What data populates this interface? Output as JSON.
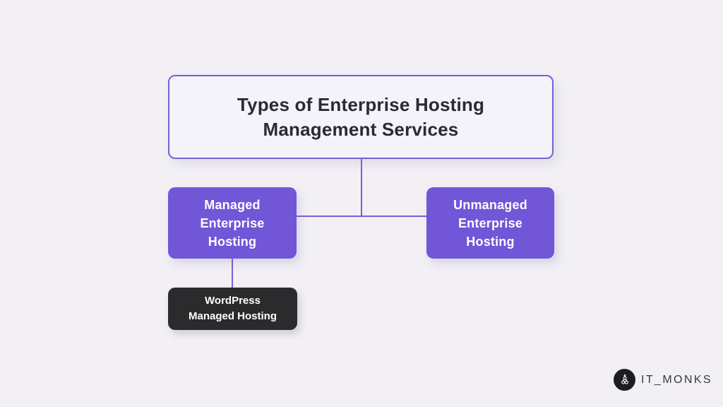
{
  "diagram": {
    "root": {
      "label": "Types of Enterprise Hosting Management Services"
    },
    "children": [
      {
        "id": "managed",
        "label": "Managed Enterprise Hosting"
      },
      {
        "id": "unmanaged",
        "label": "Unmanaged Enterprise Hosting"
      }
    ],
    "grandchild": {
      "label": "WordPress Managed Hosting",
      "parent": "managed"
    }
  },
  "logo": {
    "text": "IT_MONKS",
    "icon": "meditating-monk-icon"
  },
  "colors": {
    "page_bg": "#f2f0f5",
    "root_bg": "#f4f3f9",
    "accent_purple": "#7156d8",
    "accent_purple_border": "#7a5fd4",
    "dark_node_bg": "#2b2a2c",
    "title_text": "#2b2933",
    "node_text_light": "#ffffff",
    "logo_circle": "#1e1d23",
    "logo_text": "#3a3941"
  }
}
